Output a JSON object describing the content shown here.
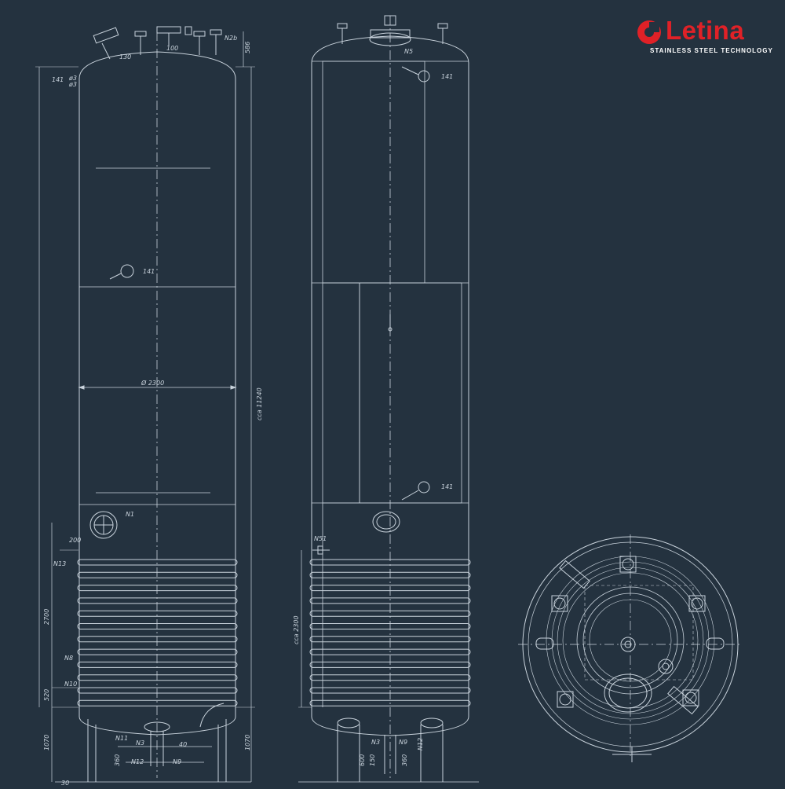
{
  "brand": {
    "name": "Letina",
    "tagline": "STAINLESS STEEL TECHNOLOGY",
    "color": "#e02127"
  },
  "colors": {
    "background": "#24323f",
    "line": "#c9d3dc"
  },
  "drawing": {
    "front_view": {
      "diameter": "Ø 2300",
      "total_height": "cca 11240",
      "dims_left": [
        "2700",
        "520",
        "1070",
        "30"
      ],
      "dims_right": [
        "586",
        "1070"
      ],
      "top_dims": [
        "130",
        "100",
        "N2b"
      ],
      "side_labels": [
        "141",
        "ø3",
        "ø3",
        "200",
        "N13",
        "N8",
        "N10"
      ],
      "bottom_labels": [
        "N11",
        "N3",
        "40",
        "N12",
        "N9",
        "360"
      ],
      "mid_labels": [
        "141",
        "N1"
      ]
    },
    "side_view": {
      "top_labels": [
        "N5",
        "141"
      ],
      "mid_labels": [
        "141"
      ],
      "cooling_height": "cca 2300",
      "side_label": "N51",
      "bottom_labels": [
        "N3",
        "N9",
        "N12",
        "600",
        "150",
        "360"
      ]
    }
  }
}
